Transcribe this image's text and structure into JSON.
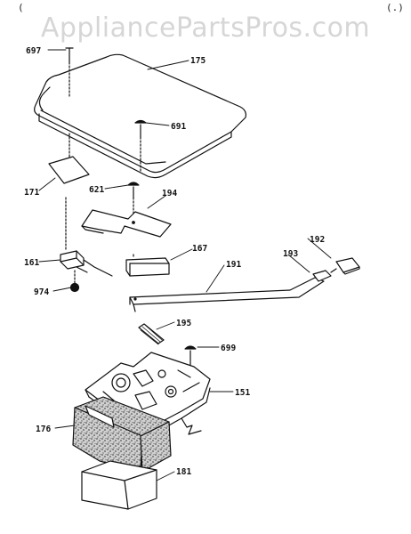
{
  "watermark": "AppliancePartsPros.com",
  "corner_marks": {
    "left": "(",
    "right": "(.)"
  },
  "parts": {
    "p697": "697",
    "p175": "175",
    "p691": "691",
    "p171": "171",
    "p621": "621",
    "p194": "194",
    "p167": "167",
    "p192": "192",
    "p193": "193",
    "p191": "191",
    "p161": "161",
    "p974": "974",
    "p195": "195",
    "p699": "699",
    "p151": "151",
    "p176": "176",
    "p181": "181"
  },
  "colors": {
    "line": "#111111",
    "foam": "#8a8a8a"
  }
}
